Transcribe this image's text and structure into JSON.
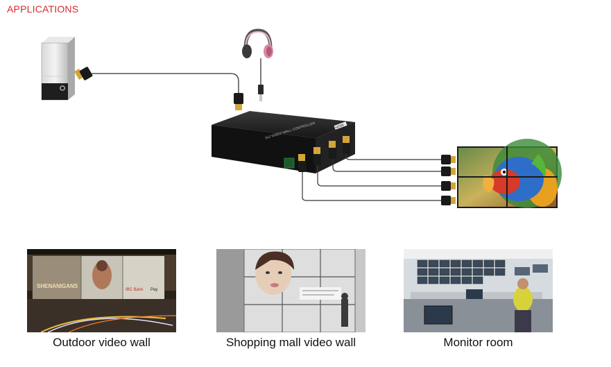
{
  "heading": "APPLICATIONS",
  "device": {
    "front_label": "2x2 VIDEO WALL CONTROLLER",
    "connector_label": "HDMI"
  },
  "applications": [
    {
      "label": "Outdoor video wall",
      "scene_text": [
        "SHENANIGANS",
        "IBC Bank",
        "Pay"
      ]
    },
    {
      "label": "Shopping mall video wall"
    },
    {
      "label": "Monitor room"
    }
  ],
  "colors": {
    "heading": "#d9272e",
    "cable": "#333333",
    "connector_gold": "#d4a63a"
  }
}
